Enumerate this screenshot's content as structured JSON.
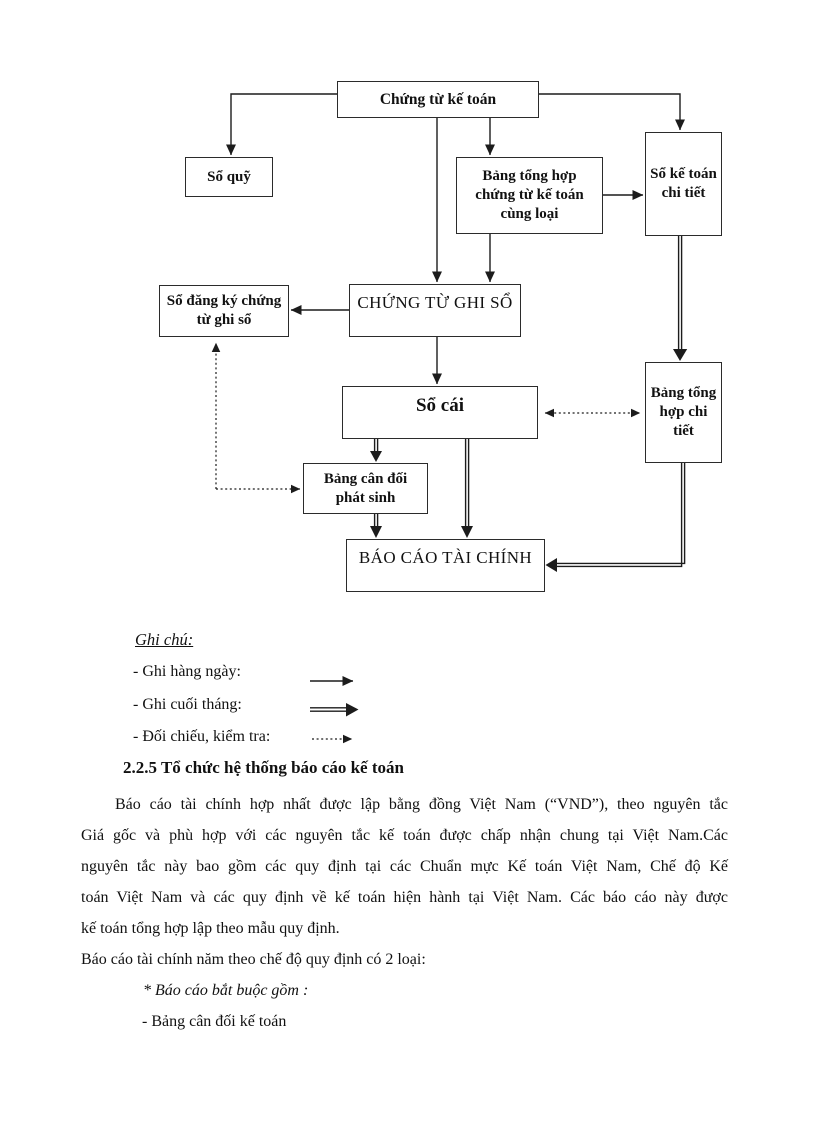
{
  "colors": {
    "ink": "#111111",
    "border": "#2b2b2b",
    "paper": "#ffffff"
  },
  "diagram": {
    "boxes": {
      "chung_tu_ke_toan": {
        "label": "Chứng từ kế toán"
      },
      "so_quy": {
        "label": "Sổ quỹ"
      },
      "bang_tong_hop_ctkt": {
        "label": "Bảng tổng hợp chứng từ kế toán cùng loại"
      },
      "so_ke_toan_chi_tiet": {
        "label": "Sổ kế toán chi tiết"
      },
      "chung_tu_ghi_so": {
        "label": "CHỨNG TỪ GHI SỔ"
      },
      "so_dang_ky": {
        "label": "Sổ đăng ký chứng từ ghi sổ"
      },
      "so_cai": {
        "label": "Sổ cái"
      },
      "bang_tong_hop_chi_tiet": {
        "label": "Bảng tổng hợp chi tiết"
      },
      "bang_can_doi_phat_sinh": {
        "label": "Bảng cân đối phát sinh"
      },
      "bao_cao_tai_chinh": {
        "label": "BÁO CÁO TÀI CHÍNH"
      }
    },
    "legend": {
      "title": "Ghi chú:",
      "items": [
        {
          "label": "- Ghi hàng ngày:",
          "style": "solid-arrow"
        },
        {
          "label": "- Ghi cuối tháng:",
          "style": "double-arrow"
        },
        {
          "label": "- Đối chiếu, kiểm tra:",
          "style": "dotted-arrow"
        }
      ]
    }
  },
  "section": {
    "heading": "2.2.5 Tổ chức hệ thống báo cáo kế toán",
    "paragraph_lines": [
      "Báo cáo tài chính hợp nhất được lập bằng đồng Việt Nam (“VND”),  theo nguyên  tắc",
      "Giá gốc và phù hợp với  các nguyên  tắc kế toán được chấp nhận  chung  tại Việt Nam.Các",
      "nguyên  tắc này  bao  gồm  các quy  định  tại  các Chuẩn  mực Kế toán Việt Nam,  Chế độ Kế",
      "toán Việt Nam và  các quy  định về kế toán hiện hành  tại Việt Nam.  Các báo  cáo này được",
      "kế toán tổng hợp lập theo mẫu quy định.",
      "Báo cáo tài chính năm theo chế độ quy định có 2 loại:"
    ],
    "list_intro": "* Báo cáo bắt buộc gồm :",
    "list_item": "- Bảng  cân đối kế toán"
  }
}
